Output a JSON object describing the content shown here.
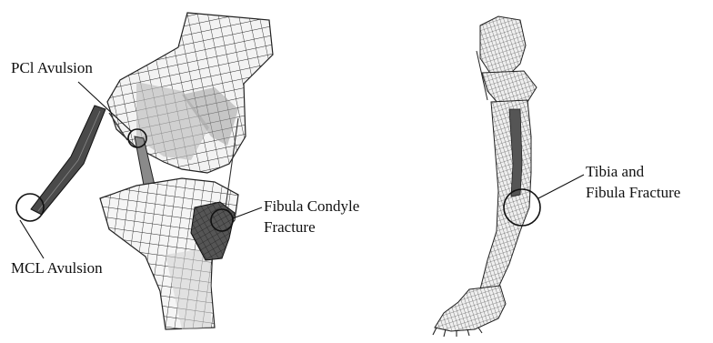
{
  "labels": {
    "pcl": "PCl Avulsion",
    "mcl": "MCL Avulsion",
    "fibula_condyle_line1": "Fibula Condyle",
    "fibula_condyle_line2": "Fracture",
    "tibia_line1": "Tibia and",
    "tibia_line2": "Fibula Fracture"
  },
  "colors": {
    "mesh_fill": "#f2f2f2",
    "mesh_line": "#222222",
    "shade_mid": "#bdbdbd",
    "shade_dark": "#4a4a4a",
    "ink": "#111111"
  }
}
